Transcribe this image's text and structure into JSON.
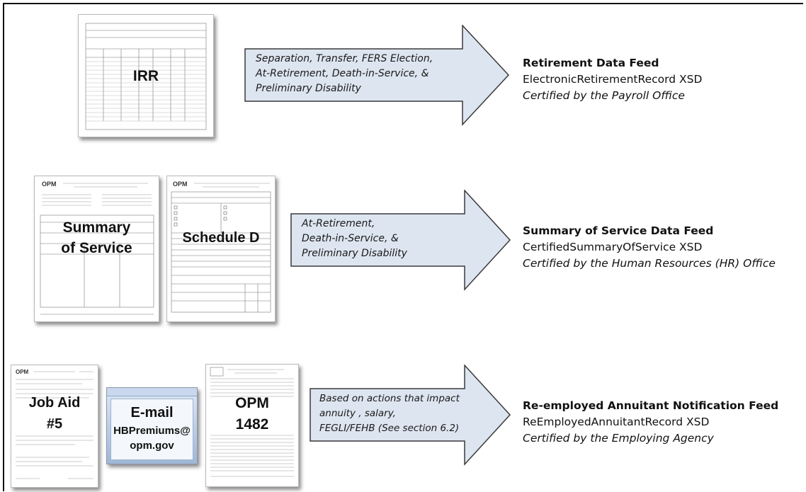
{
  "rows": [
    {
      "documents": [
        {
          "label": "IRR"
        }
      ],
      "arrow_text": [
        "Separation, Transfer, FERS Election,",
        "At-Retirement, Death-in-Service, &",
        "Preliminary Disability"
      ],
      "feed": {
        "title": "Retirement Data Feed",
        "schema": "ElectronicRetirementRecord XSD",
        "certified": "Certified by the Payroll Office"
      }
    },
    {
      "documents": [
        {
          "label1": "Summary",
          "label2": "of Service"
        },
        {
          "label": "Schedule D"
        }
      ],
      "arrow_text": [
        "At-Retirement,",
        "Death-in-Service, &",
        "Preliminary Disability"
      ],
      "feed": {
        "title": "Summary of Service Data Feed",
        "schema": "CertifiedSummaryOfService XSD",
        "certified": "Certified by the Human Resources (HR) Office"
      }
    },
    {
      "documents": [
        {
          "label1": "Job Aid",
          "label2": "#5"
        },
        {
          "label": "E-mail",
          "address1": "HBPremiums@",
          "address2": "opm.gov"
        },
        {
          "label1": "OPM",
          "label2": "1482"
        }
      ],
      "arrow_text": [
        "Based on actions that impact",
        "annuity , salary,",
        "FEGLI/FEHB (See section 6.2)"
      ],
      "feed": {
        "title": "Re-employed Annuitant Notification Feed",
        "schema": "ReEmployedAnnuitantRecord XSD",
        "certified": "Certified by the Employing Agency"
      }
    }
  ],
  "colors": {
    "arrow_fill": "#dde5f0",
    "arrow_stroke": "#3a3a3a",
    "frame": "#111111"
  }
}
